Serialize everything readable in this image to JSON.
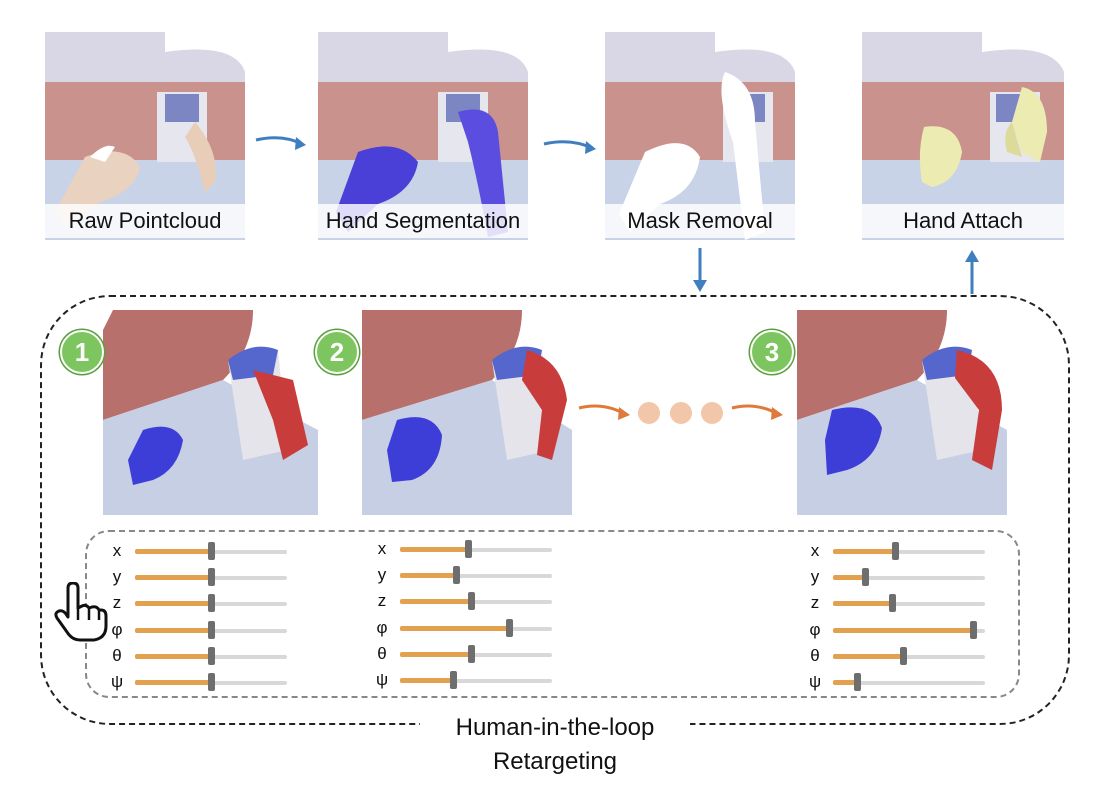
{
  "pipeline": {
    "steps": [
      {
        "label": "Raw Pointcloud"
      },
      {
        "label": "Hand Segmentation"
      },
      {
        "label": "Mask Removal"
      },
      {
        "label": "Hand Attach"
      }
    ]
  },
  "loop": {
    "badges": [
      "1",
      "2",
      "3"
    ],
    "caption_line1": "Human-in-the-loop",
    "caption_line2": "Retargeting"
  },
  "sliders": {
    "colors": {
      "fill": "#e3a04e",
      "track": "#d8d8d8",
      "knob": "#6e6e6e"
    },
    "groups": [
      {
        "rows": [
          {
            "label": "x",
            "value": 0.5
          },
          {
            "label": "y",
            "value": 0.5
          },
          {
            "label": "z",
            "value": 0.5
          },
          {
            "label": "φ",
            "value": 0.5
          },
          {
            "label": "θ",
            "value": 0.5
          },
          {
            "label": "ψ",
            "value": 0.5
          }
        ]
      },
      {
        "rows": [
          {
            "label": "x",
            "value": 0.45
          },
          {
            "label": "y",
            "value": 0.37
          },
          {
            "label": "z",
            "value": 0.47
          },
          {
            "label": "φ",
            "value": 0.72
          },
          {
            "label": "θ",
            "value": 0.47
          },
          {
            "label": "ψ",
            "value": 0.35
          }
        ]
      },
      {
        "rows": [
          {
            "label": "x",
            "value": 0.41
          },
          {
            "label": "y",
            "value": 0.21
          },
          {
            "label": "z",
            "value": 0.39
          },
          {
            "label": "φ",
            "value": 0.92
          },
          {
            "label": "θ",
            "value": 0.46
          },
          {
            "label": "ψ",
            "value": 0.16
          }
        ]
      }
    ]
  },
  "icons": {
    "pointer": "pointing-hand-icon"
  },
  "colors": {
    "arrow_blue": "#3f7fc0",
    "arrow_orange": "#e07a3a",
    "dots": "#f2c6a8",
    "hand_blue": "#3d3dd8",
    "hand_red": "#c83c3c",
    "hand_yellow": "#ecebb2",
    "badge_green": "#7dc55e"
  }
}
